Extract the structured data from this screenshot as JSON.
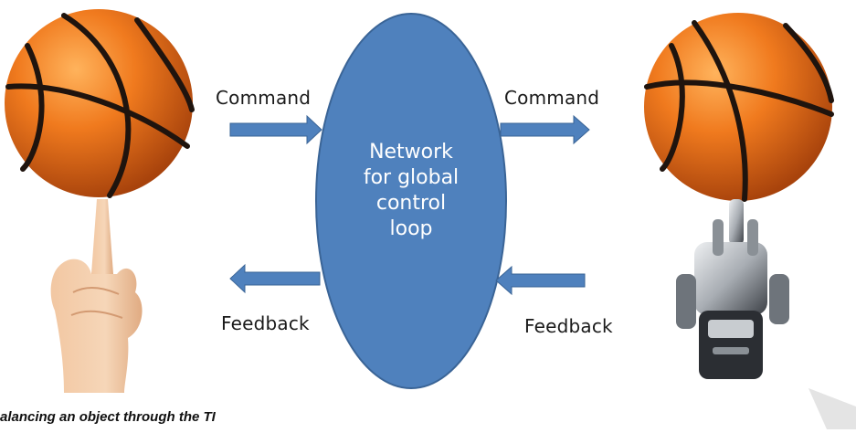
{
  "diagram": {
    "left_command_label": "Command",
    "right_command_label": "Command",
    "left_feedback_label": "Feedback",
    "right_feedback_label": "Feedback",
    "network_label_lines": [
      "Network",
      "for global",
      "control",
      "loop"
    ],
    "caption": "alancing an object through the TI"
  },
  "colors": {
    "network_fill": "#4f81bd",
    "network_stroke": "#3a6496",
    "arrow_fill": "#4f81bd",
    "ball_orange": "#f07a1e",
    "ball_seam": "#1f140e"
  },
  "icons": {
    "left": "basketball-on-finger-icon",
    "right": "basketball-on-robot-hand-icon"
  }
}
